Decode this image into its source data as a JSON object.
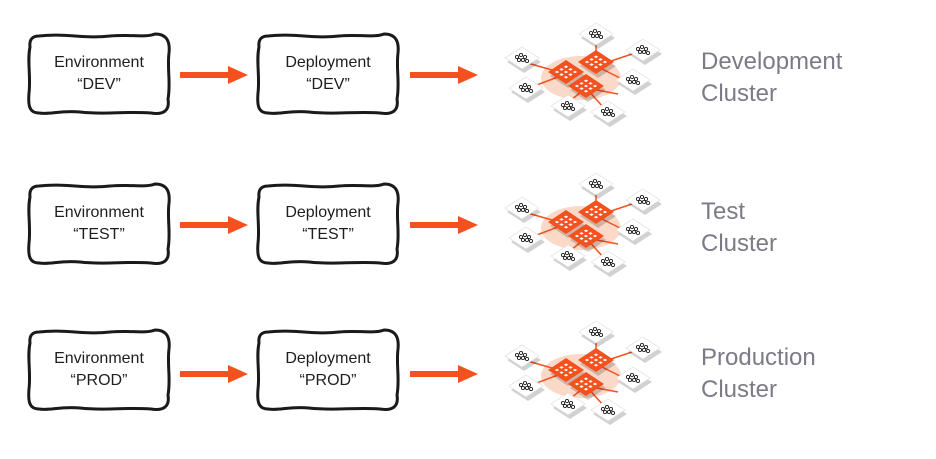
{
  "colors": {
    "accent": "#f4511e",
    "box_stroke": "#1a1a1a",
    "label_gray": "#7b7b86",
    "node_bg": "#fbd9c9"
  },
  "rows": [
    {
      "environment": {
        "line1": "Environment",
        "line2": "“DEV”"
      },
      "deployment": {
        "line1": "Deployment",
        "line2": "“DEV”"
      },
      "cluster": {
        "line1": "Development",
        "line2": "Cluster",
        "icon": "kubernetes-cluster-icon"
      }
    },
    {
      "environment": {
        "line1": "Environment",
        "line2": "“TEST”"
      },
      "deployment": {
        "line1": "Deployment",
        "line2": "“TEST”"
      },
      "cluster": {
        "line1": "Test",
        "line2": "Cluster",
        "icon": "kubernetes-cluster-icon"
      }
    },
    {
      "environment": {
        "line1": "Environment",
        "line2": "“PROD”"
      },
      "deployment": {
        "line1": "Deployment",
        "line2": "“PROD”"
      },
      "cluster": {
        "line1": "Production",
        "line2": "Cluster",
        "icon": "kubernetes-cluster-icon"
      }
    }
  ]
}
